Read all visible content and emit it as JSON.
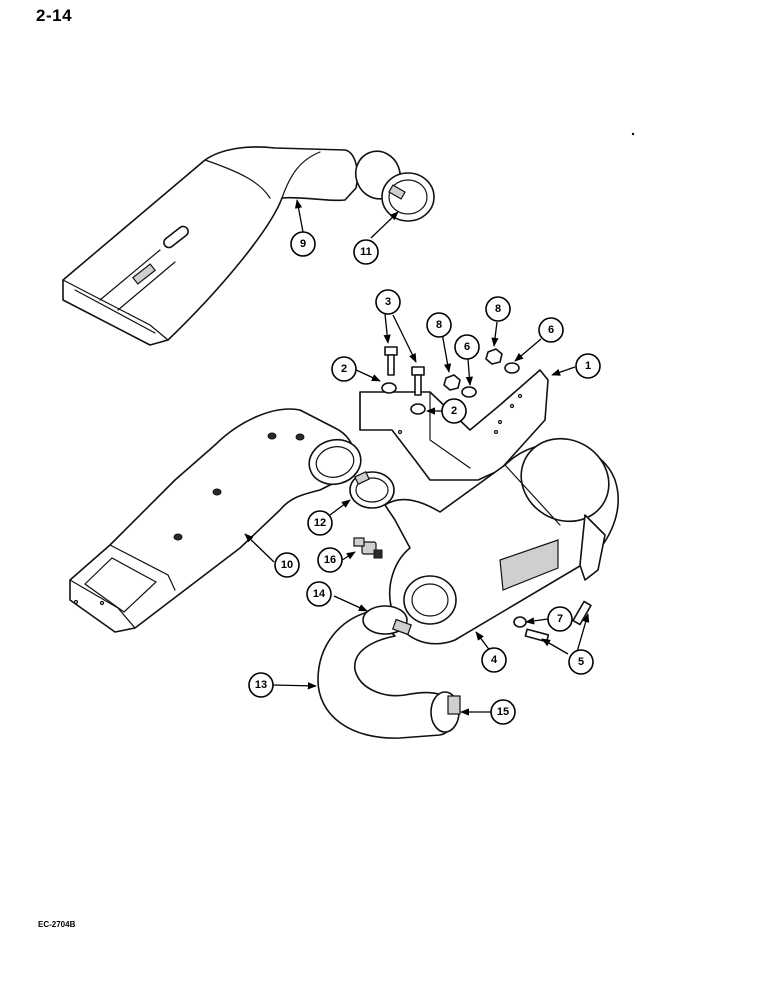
{
  "page": {
    "number": "2-14",
    "figure_code": "EC-2704B"
  },
  "callouts": [
    {
      "id": "c9",
      "label": "9"
    },
    {
      "id": "c11",
      "label": "11"
    },
    {
      "id": "c3",
      "label": "3"
    },
    {
      "id": "c8a",
      "label": "8"
    },
    {
      "id": "c8b",
      "label": "8"
    },
    {
      "id": "c6a",
      "label": "6"
    },
    {
      "id": "c6b",
      "label": "6"
    },
    {
      "id": "c1",
      "label": "1"
    },
    {
      "id": "c2a",
      "label": "2"
    },
    {
      "id": "c2b",
      "label": "2"
    },
    {
      "id": "c12",
      "label": "12"
    },
    {
      "id": "c16",
      "label": "16"
    },
    {
      "id": "c10",
      "label": "10"
    },
    {
      "id": "c14",
      "label": "14"
    },
    {
      "id": "c7",
      "label": "7"
    },
    {
      "id": "c4",
      "label": "4"
    },
    {
      "id": "c5",
      "label": "5"
    },
    {
      "id": "c13",
      "label": "13"
    },
    {
      "id": "c15",
      "label": "15"
    }
  ]
}
